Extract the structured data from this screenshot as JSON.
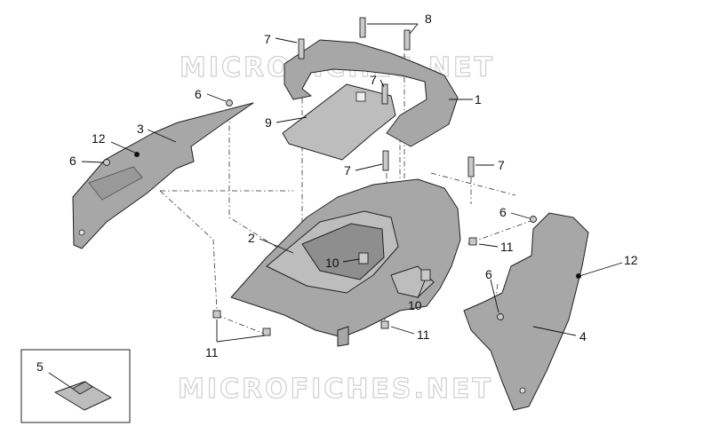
{
  "watermark": "MICROFICHES.NET",
  "callouts": {
    "c1": "1",
    "c2": "2",
    "c3": "3",
    "c4": "4",
    "c5": "5",
    "c6a": "6",
    "c6b": "6",
    "c6c": "6",
    "c6d": "6",
    "c7a": "7",
    "c7b": "7",
    "c7c": "7",
    "c7d": "7",
    "c8": "8",
    "c9": "9",
    "c10a": "10",
    "c10b": "10",
    "c11a": "11",
    "c11b": "11",
    "c11c": "11",
    "c12a": "12",
    "c12b": "12"
  },
  "colors": {
    "part_fill": "#a7a7a7",
    "line": "#222222",
    "watermark": "#cfcfcf"
  }
}
